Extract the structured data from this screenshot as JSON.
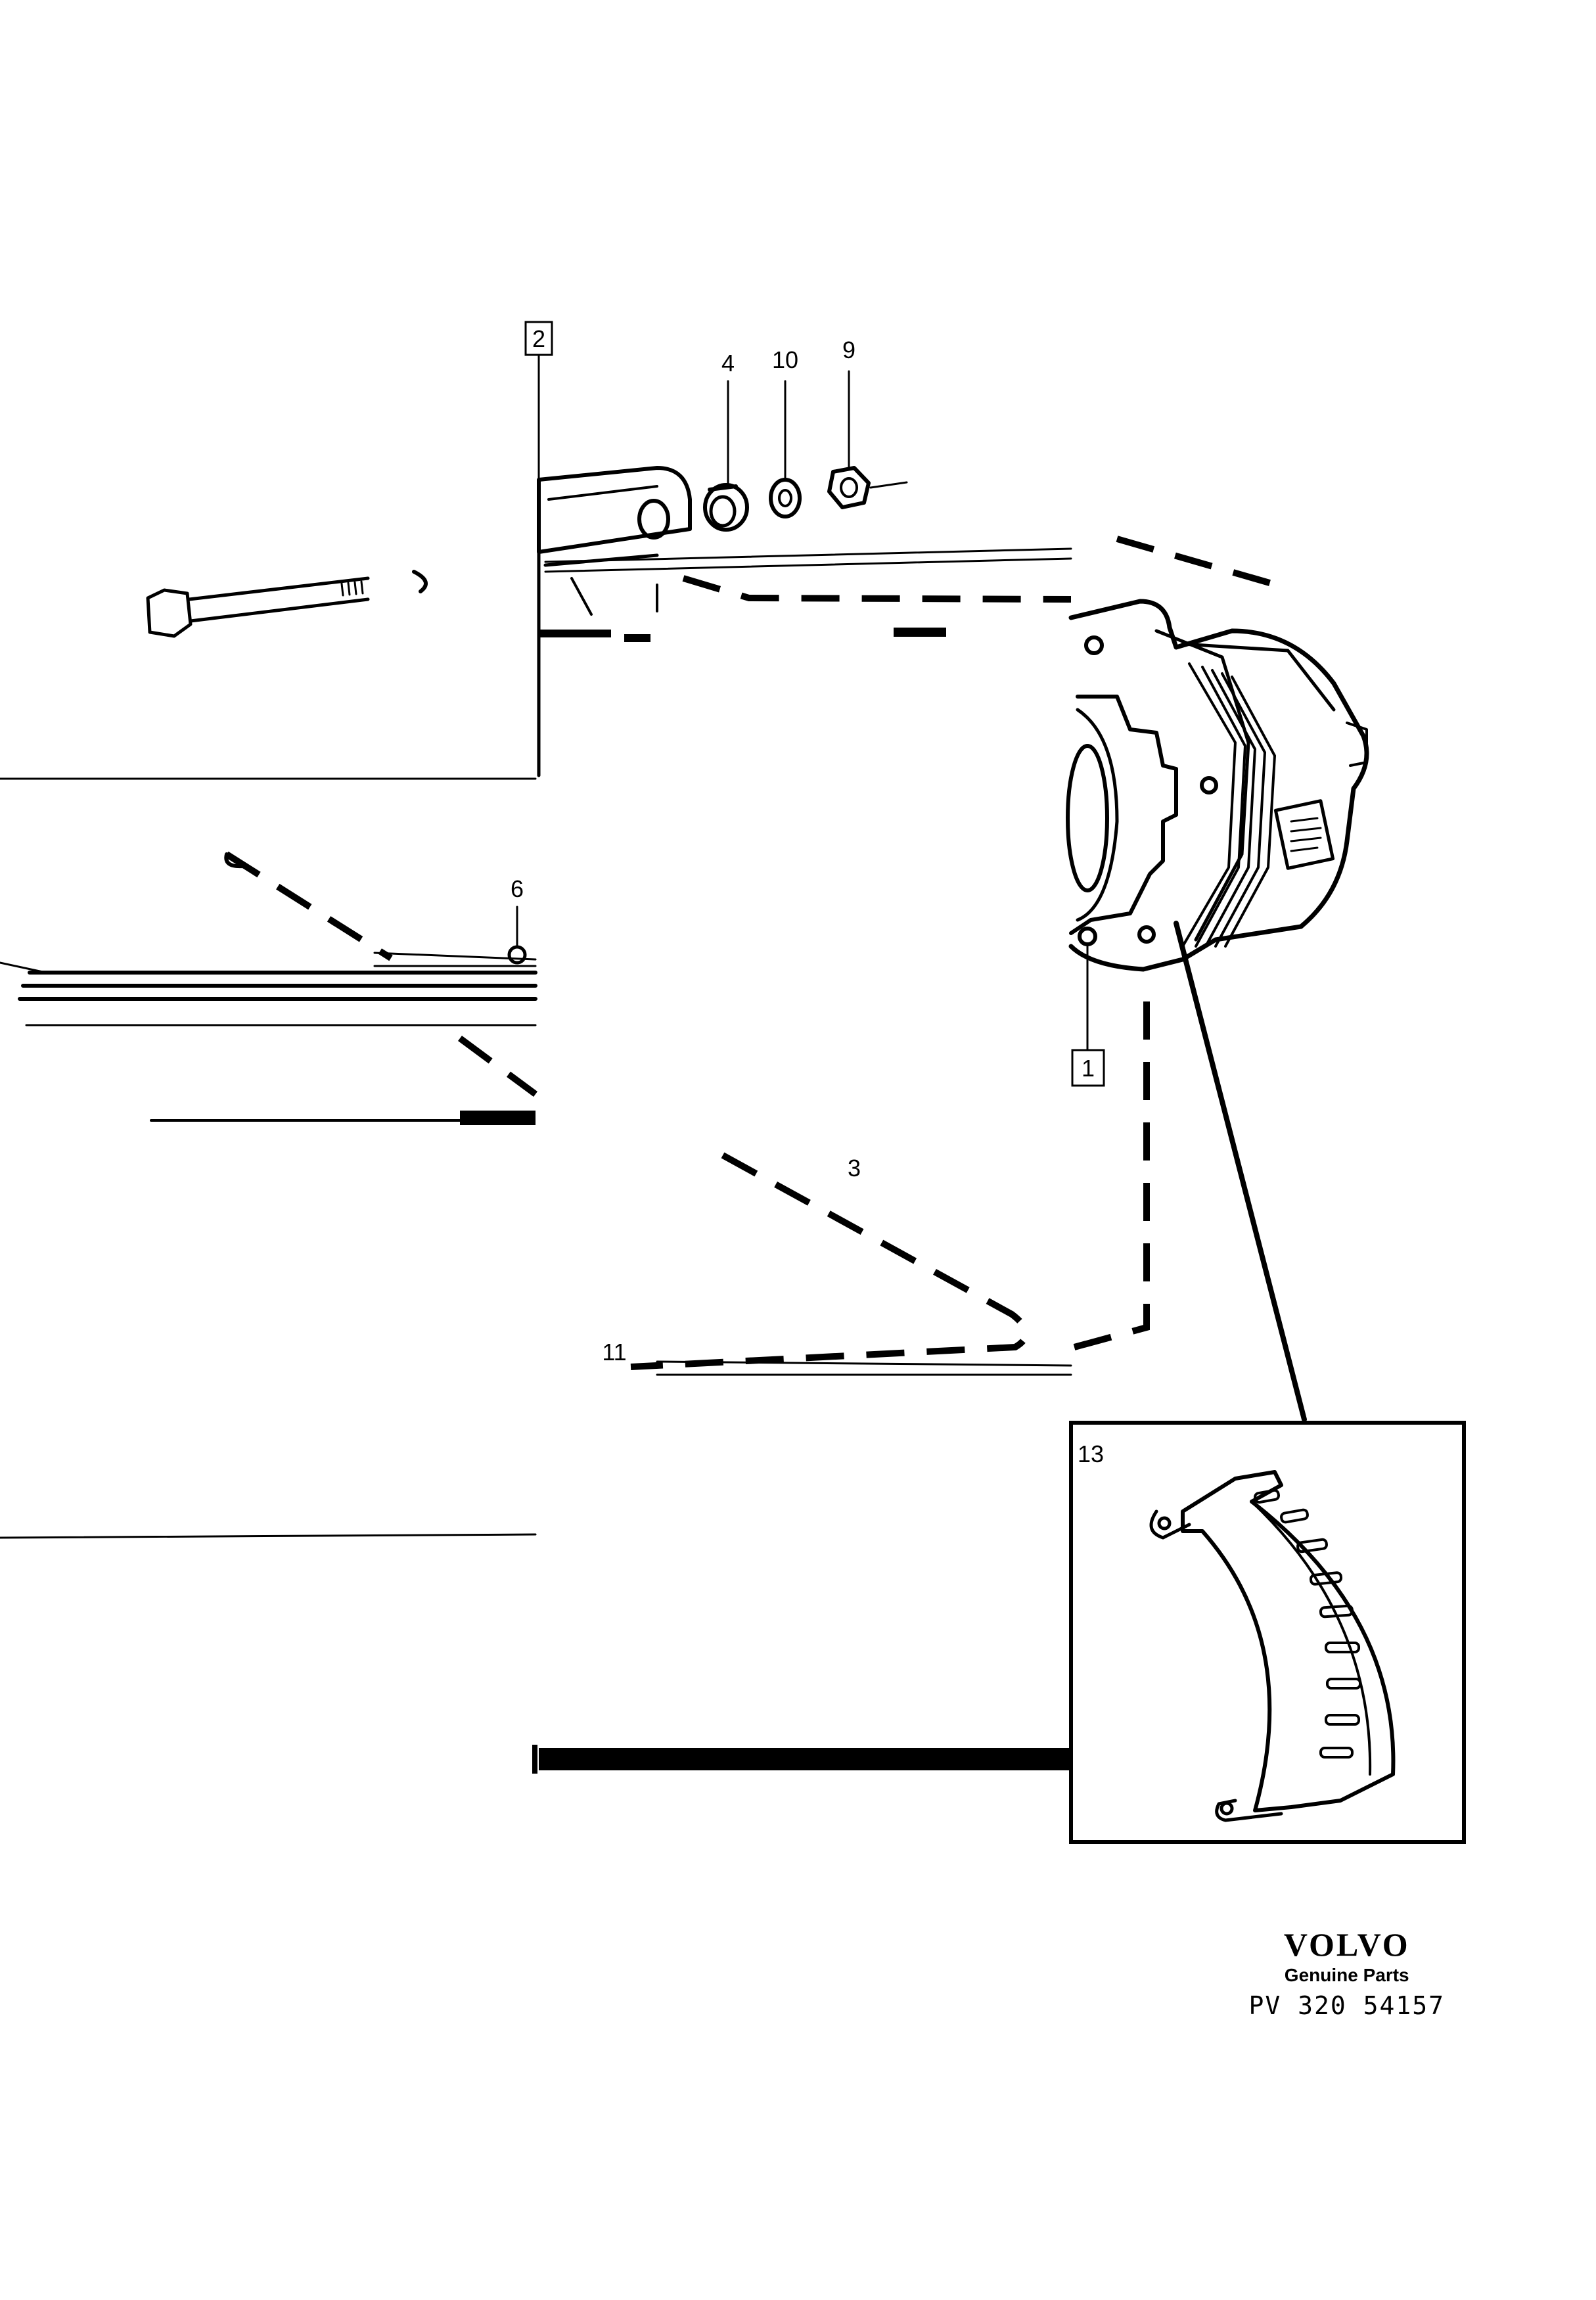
{
  "callouts": {
    "c1": "1",
    "c2": "2",
    "c3": "3",
    "c4": "4",
    "c6": "6",
    "c9": "9",
    "c10": "10",
    "c11": "11",
    "c13": "13"
  },
  "brand": {
    "logo": "VOLVO",
    "subtitle": "Genuine Parts",
    "reference": "PV 320 54157"
  }
}
